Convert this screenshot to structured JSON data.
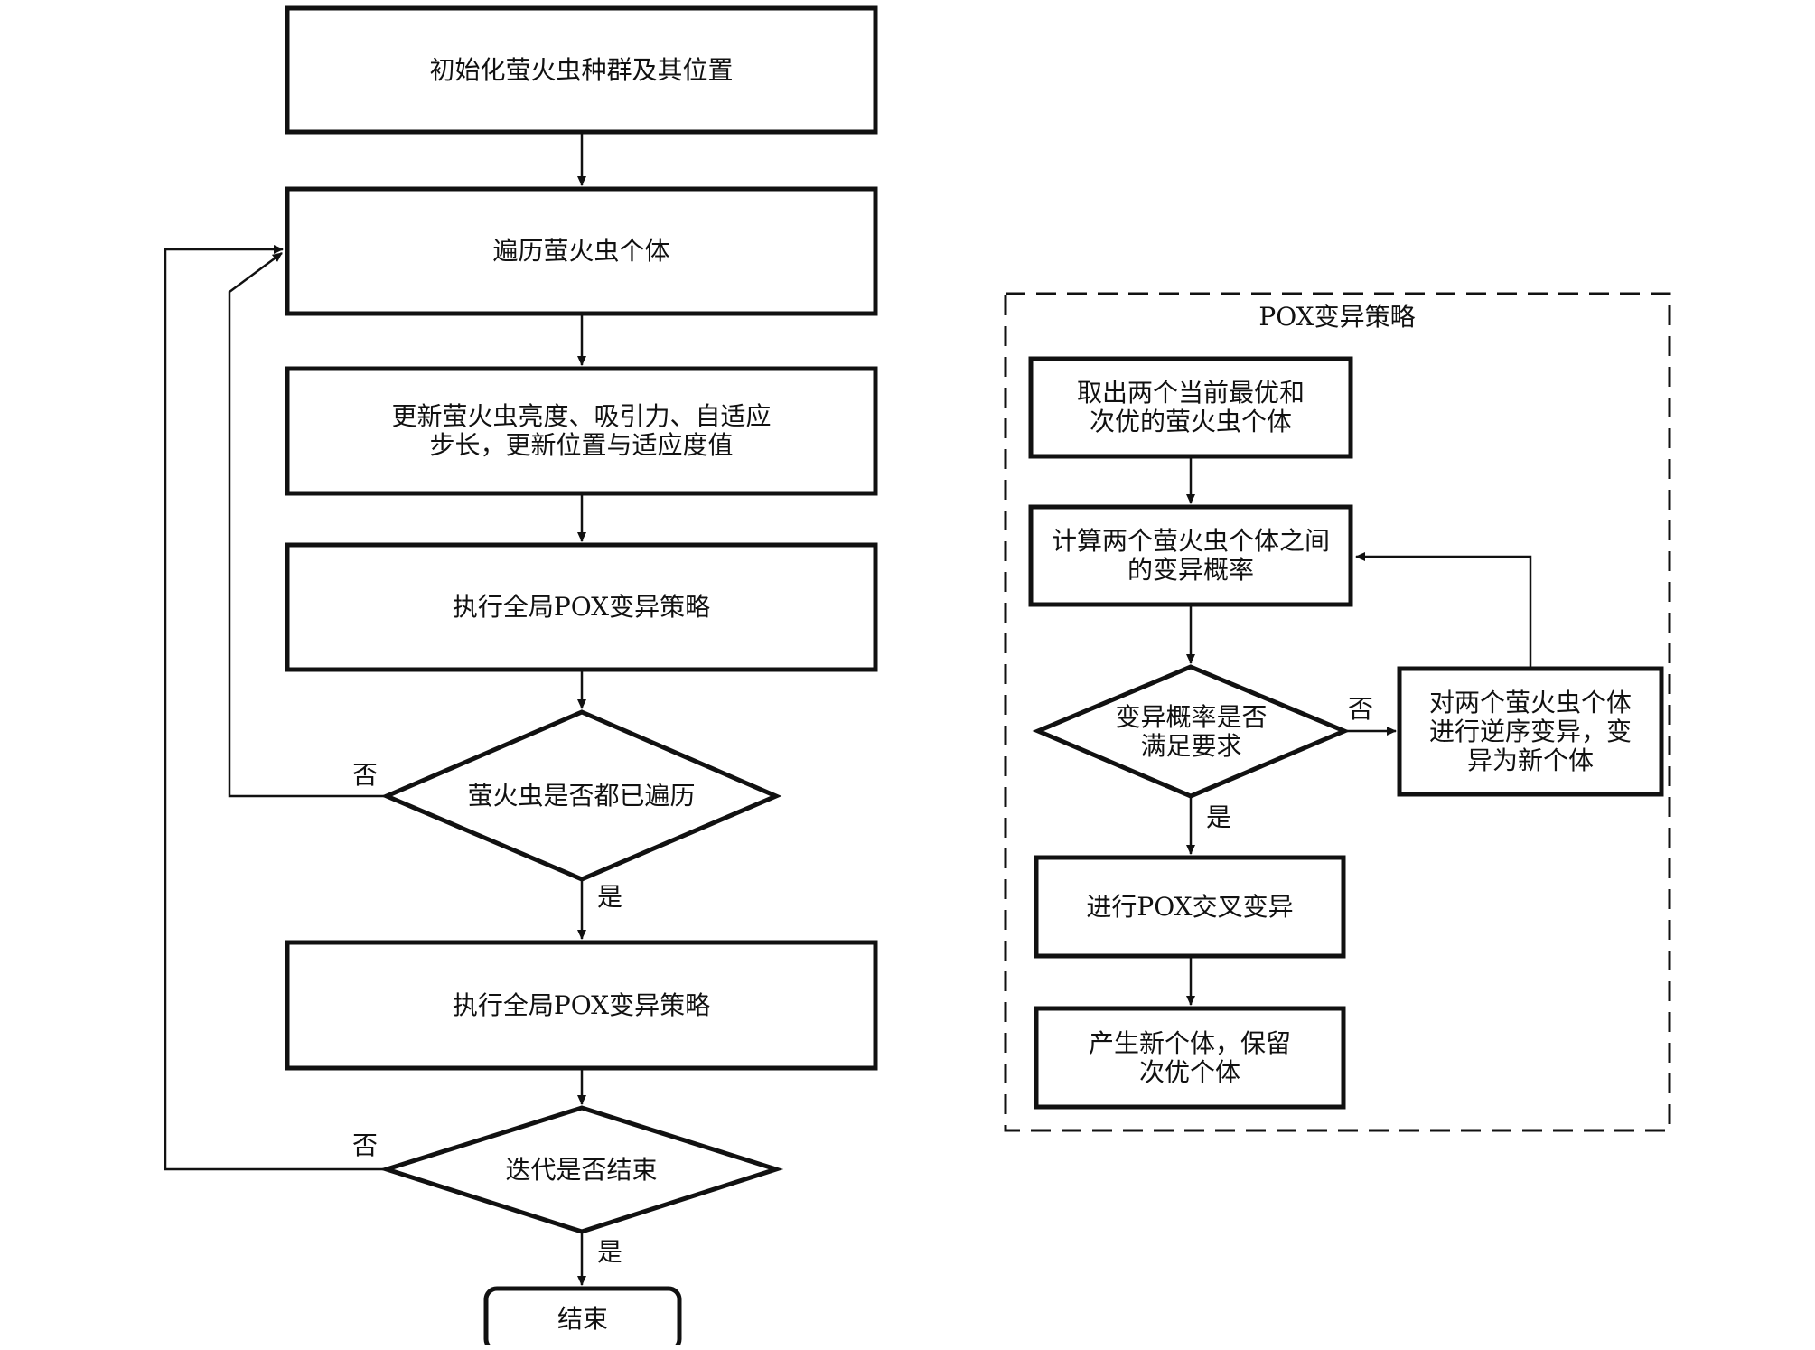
{
  "main_flow": {
    "nodes": [
      {
        "id": "init",
        "shape": "rect",
        "label": "初始化萤火虫种群及其位置"
      },
      {
        "id": "traverse",
        "shape": "rect",
        "label": "遍历萤火虫个体"
      },
      {
        "id": "update",
        "shape": "rect",
        "label": "更新萤火虫亮度、吸引力、自适应\n步长，更新位置与适应度值"
      },
      {
        "id": "pox1",
        "shape": "rect",
        "label": "执行全局POX变异策略"
      },
      {
        "id": "all_traversed",
        "shape": "diamond",
        "label": "萤火虫是否都已遍历"
      },
      {
        "id": "pox2",
        "shape": "rect",
        "label": "执行全局POX变异策略"
      },
      {
        "id": "iter_end",
        "shape": "diamond",
        "label": "迭代是否结束"
      },
      {
        "id": "end",
        "shape": "rounded-rect",
        "label": "结束"
      }
    ],
    "edge_labels": {
      "all_traversed_no": "否",
      "all_traversed_yes": "是",
      "iter_end_no": "否",
      "iter_end_yes": "是"
    }
  },
  "pox_panel": {
    "title": "POX变异策略",
    "nodes": [
      {
        "id": "pick",
        "shape": "rect",
        "label": "取出两个当前最优和\n次优的萤火虫个体"
      },
      {
        "id": "calc",
        "shape": "rect",
        "label": "计算两个萤火虫个体之间\n的变异概率"
      },
      {
        "id": "check",
        "shape": "diamond",
        "label": "变异概率是否\n满足要求"
      },
      {
        "id": "reverse",
        "shape": "rect",
        "label": "对两个萤火虫个体\n进行逆序变异，变\n异为新个体"
      },
      {
        "id": "crossover",
        "shape": "rect",
        "label": "进行POX交叉变异"
      },
      {
        "id": "produce",
        "shape": "rect",
        "label": "产生新个体，保留\n次优个体"
      }
    ],
    "edge_labels": {
      "check_no": "否",
      "check_yes": "是"
    }
  }
}
